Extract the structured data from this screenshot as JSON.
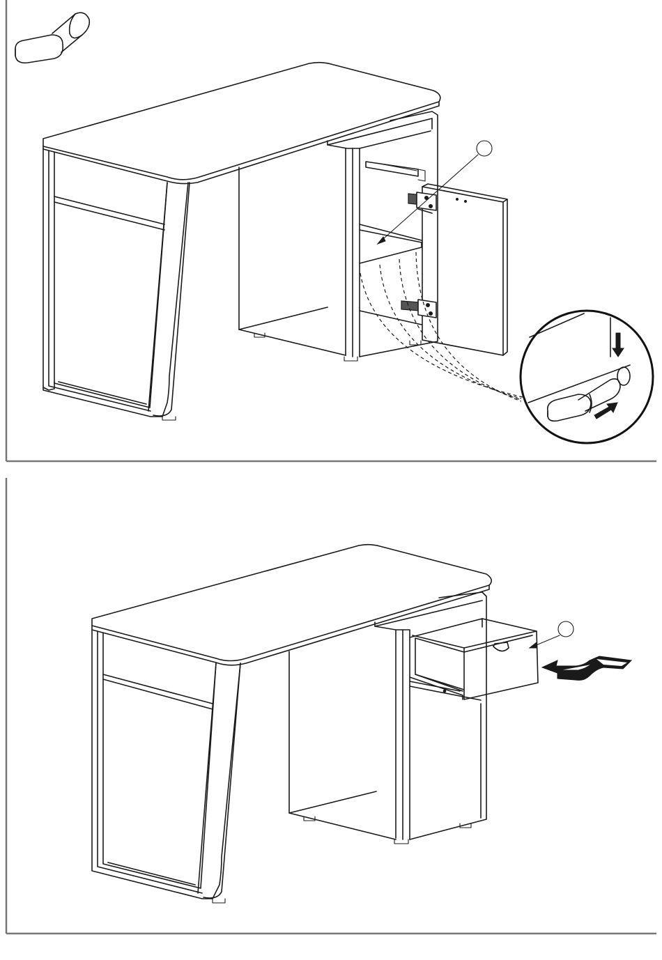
{
  "figure": {
    "panels": [
      {
        "step": "door-hinge-attachment",
        "components": [
          "desk",
          "cabinet",
          "door",
          "hinge",
          "shelf-support-detail"
        ]
      },
      {
        "step": "drawer-insertion",
        "components": [
          "desk",
          "cabinet",
          "drawer",
          "push-arrow"
        ]
      }
    ],
    "icons": [
      "shelf-pin-icon",
      "hand-arrow-icon"
    ],
    "colors": {
      "line": "#1a1a1a",
      "frame": "#777777",
      "background": "#ffffff"
    }
  }
}
